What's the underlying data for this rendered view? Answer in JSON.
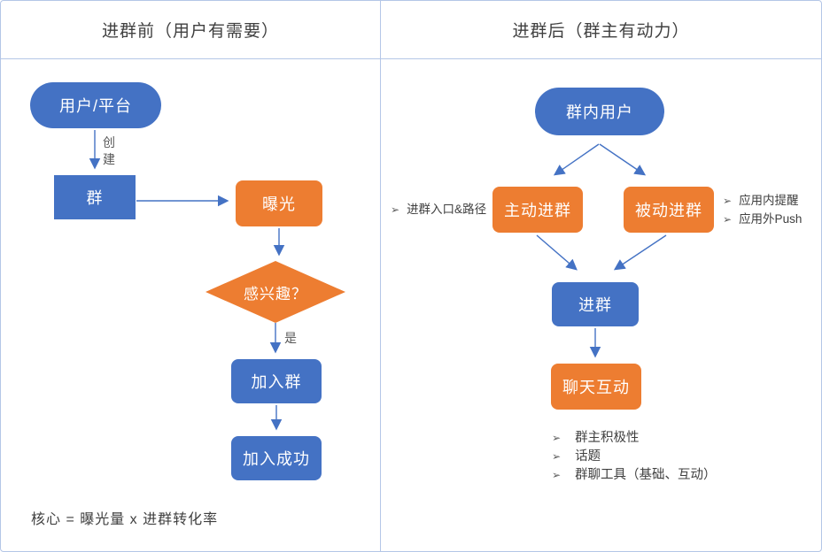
{
  "headers": {
    "left": "进群前（用户有需要）",
    "right": "进群后（群主有动力）"
  },
  "colors": {
    "node_blue": "#4472C4",
    "node_orange": "#ED7D31",
    "arrow": "#4472C4",
    "divider": "#B4C6E7",
    "heading_text": "#404040",
    "label_text": "#595959",
    "node_text": "#FFFFFF"
  },
  "left_flow": {
    "nodes": {
      "user_platform": "用户/平台",
      "group": "群",
      "exposure": "曝光",
      "interested": "感兴趣？",
      "join_group": "加入群",
      "join_success": "加入成功"
    },
    "edge_labels": {
      "create": "创建",
      "yes": "是"
    },
    "formula": "核心 = 曝光量 x 进群转化率"
  },
  "right_flow": {
    "nodes": {
      "group_users": "群内用户",
      "active_join": "主动进群",
      "passive_join": "被动进群",
      "enter_group": "进群",
      "chat_interaction": "聊天互动"
    },
    "side_notes": {
      "entry": {
        "bullet": "➢",
        "text": "进群入口&路径"
      },
      "in_app_reminder": {
        "bullet": "➢",
        "text": "应用内提醒"
      },
      "external_push": {
        "bullet": "➢",
        "text": "应用外Push"
      }
    },
    "bullet_list": [
      {
        "bullet": "➢",
        "text": "群主积极性"
      },
      {
        "bullet": "➢",
        "text": "话题"
      },
      {
        "bullet": "➢",
        "text": "群聊工具（基础、互动）"
      }
    ]
  }
}
